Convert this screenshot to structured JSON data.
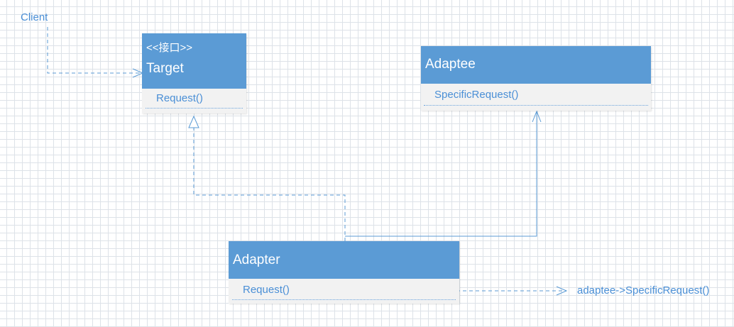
{
  "client_label": "Client",
  "classes": {
    "target": {
      "stereotype": "<<接口>>",
      "name": "Target",
      "operations": [
        "Request()"
      ]
    },
    "adaptee": {
      "name": "Adaptee",
      "operations": [
        "SpecificRequest()"
      ]
    },
    "adapter": {
      "name": "Adapter",
      "operations": [
        "Request()"
      ]
    }
  },
  "note": "adaptee->SpecificRequest()",
  "colors": {
    "class_header": "#5b9bd5",
    "class_body": "#f2f2f2",
    "connector": "#5b9bd5",
    "text_accent": "#4a8fd6",
    "grid": "#dde2e8"
  }
}
